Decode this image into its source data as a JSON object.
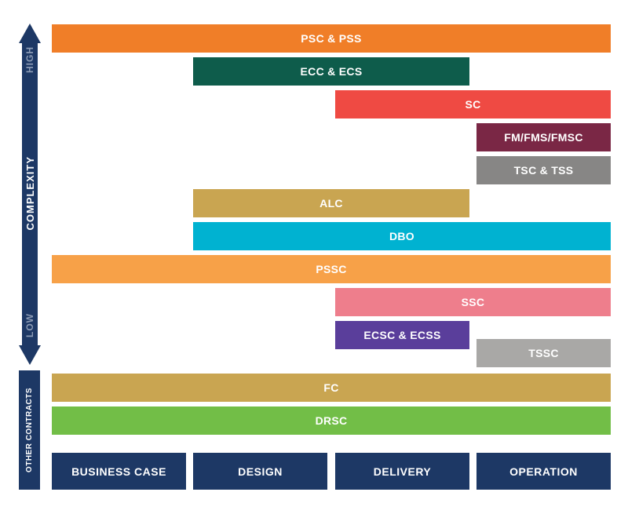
{
  "axis": {
    "label": "COMPLEXITY",
    "high": "HIGH",
    "low": "LOW",
    "other_contracts": "OTHER CONTRACTS"
  },
  "colors": {
    "navy": "#1D3865",
    "axis_endpoint_text": "#8C9BB5"
  },
  "chart_data": {
    "type": "bar",
    "variant": "horizontal-phase-span",
    "title": "",
    "x_categories": [
      "BUSINESS CASE",
      "DESIGN",
      "DELIVERY",
      "OPERATION"
    ],
    "y_axis": {
      "label": "COMPLEXITY",
      "max_label": "HIGH",
      "min_label": "LOW"
    },
    "secondary_section_label": "OTHER CONTRACTS",
    "grid": false,
    "legend_position": "none",
    "bars": [
      {
        "label": "PSC & PSS",
        "from": "BUSINESS CASE",
        "to": "OPERATION",
        "color": "#F07E28",
        "section": "complexity",
        "row": 0
      },
      {
        "label": "ECC & ECS",
        "from": "DESIGN",
        "to": "DELIVERY",
        "color": "#0E5C4B",
        "section": "complexity",
        "row": 1
      },
      {
        "label": "SC",
        "from": "DELIVERY",
        "to": "OPERATION",
        "color": "#EF4A43",
        "section": "complexity",
        "row": 2
      },
      {
        "label": "FM/FMS/FMSC",
        "from": "OPERATION",
        "to": "OPERATION",
        "color": "#7A2745",
        "section": "complexity",
        "row": 3
      },
      {
        "label": "TSC & TSS",
        "from": "OPERATION",
        "to": "OPERATION",
        "color": "#878685",
        "section": "complexity",
        "row": 4
      },
      {
        "label": "ALC",
        "from": "DESIGN",
        "to": "DELIVERY",
        "color": "#C9A551",
        "section": "complexity",
        "row": 5
      },
      {
        "label": "DBO",
        "from": "DESIGN",
        "to": "OPERATION",
        "color": "#00B2D1",
        "section": "complexity",
        "row": 6
      },
      {
        "label": "PSSC",
        "from": "BUSINESS CASE",
        "to": "OPERATION",
        "color": "#F7A148",
        "section": "complexity",
        "row": 7
      },
      {
        "label": "SSC",
        "from": "DELIVERY",
        "to": "OPERATION",
        "color": "#EE7E8C",
        "section": "complexity",
        "row": 8
      },
      {
        "label": "ECSC & ECSS",
        "from": "DELIVERY",
        "to": "DELIVERY",
        "color": "#5A3E9B",
        "section": "complexity",
        "row": 9
      },
      {
        "label": "TSSC",
        "from": "OPERATION",
        "to": "OPERATION",
        "color": "#A9A8A6",
        "section": "complexity",
        "row": 9,
        "stagger": true
      },
      {
        "label": "FC",
        "from": "BUSINESS CASE",
        "to": "OPERATION",
        "color": "#C9A551",
        "section": "other",
        "row": 0
      },
      {
        "label": "DRSC",
        "from": "BUSINESS CASE",
        "to": "OPERATION",
        "color": "#72BE47",
        "section": "other",
        "row": 1
      }
    ]
  }
}
